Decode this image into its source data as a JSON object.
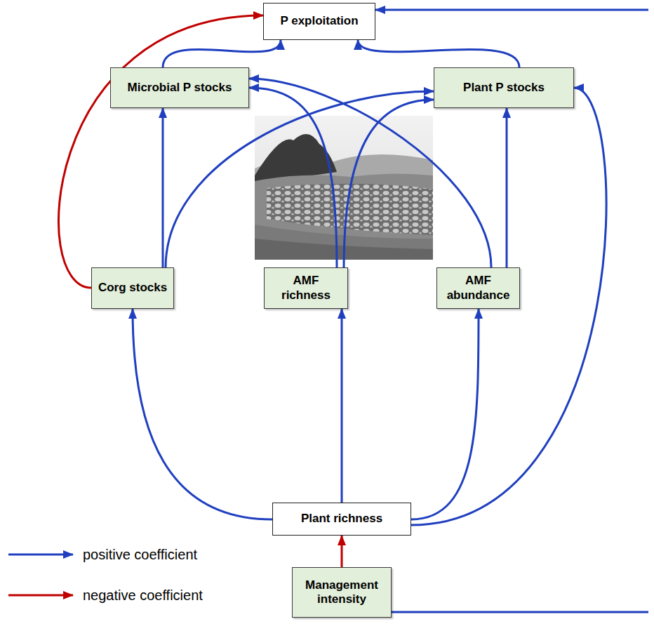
{
  "diagram": {
    "nodes": [
      {
        "text": [
          "P exploitation"
        ]
      },
      {
        "text": [
          "Microbial P stocks"
        ]
      },
      {
        "text": [
          "Plant P stocks"
        ]
      },
      {
        "text": [
          "Corg stocks"
        ]
      },
      {
        "text": [
          "AMF richness"
        ]
      },
      {
        "text": [
          "AMF abundance"
        ]
      },
      {
        "text": [
          "Plant richness"
        ]
      },
      {
        "text": [
          "Management intensity"
        ]
      }
    ],
    "edges": [
      {
        "from": 7,
        "to": 6,
        "arrow": "to"
      },
      {
        "from": 7,
        "to": 0,
        "arrow": "to"
      },
      {
        "from": 6,
        "to": 3,
        "arrow": "to"
      },
      {
        "from": 6,
        "to": 4,
        "arrow": "to"
      },
      {
        "from": 6,
        "to": 5,
        "arrow": "to"
      },
      {
        "from": 6,
        "to": 2,
        "arrow": "to"
      },
      {
        "from": 3,
        "to": 1,
        "arrow": "to"
      },
      {
        "from": 3,
        "to": 2,
        "arrow": "to"
      },
      {
        "from": 3,
        "to": 0,
        "arrow": "to"
      },
      {
        "from": 4,
        "to": 1,
        "arrow": "to"
      },
      {
        "from": 4,
        "to": 2,
        "arrow": "to"
      },
      {
        "from": 5,
        "to": 1,
        "arrow": "to"
      },
      {
        "from": 5,
        "to": 2,
        "arrow": "to"
      },
      {
        "from": 1,
        "to": 0,
        "arrow": "to"
      },
      {
        "from": 2,
        "to": 0,
        "arrow": "to"
      }
    ],
    "legend": [
      {
        "text": "positive coefficient"
      },
      {
        "text": "negative coefficient"
      }
    ]
  }
}
